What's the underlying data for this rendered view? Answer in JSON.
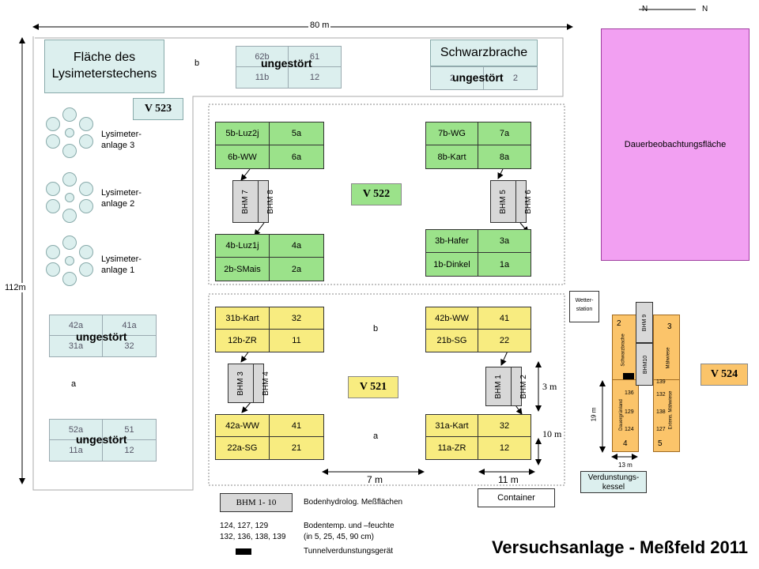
{
  "north": {
    "left": "N",
    "right": "N"
  },
  "dims": {
    "width": "80 m",
    "height": "112m",
    "d3": "3 m",
    "d10": "10 m",
    "d7": "7 m",
    "d11": "11 m",
    "d19": "19 m",
    "d13": "13 m"
  },
  "lysimeter_area": "Fläche des Lysimeterstechens",
  "schwarzbrache": "Schwarzbrache",
  "dauer": "Dauerbeobachtungsfläche",
  "v": {
    "v523": "V 523",
    "v522": "V 522",
    "v521": "V 521",
    "v524": "V 524"
  },
  "letters": {
    "b_top": "b",
    "a_left": "a",
    "b_mid": "b",
    "a_mid": "a"
  },
  "undisturbed": "ungestört",
  "lys_labels": [
    "Lysimeter-",
    "anlage 3",
    "Lysimeter-",
    "anlage 2",
    "Lysimeter-",
    "anlage 1"
  ],
  "mint_top": [
    "62b",
    "61",
    "11b",
    "12"
  ],
  "mint_sb": [
    "2",
    "2"
  ],
  "mint_left1": [
    "42a",
    "41a",
    "31a",
    "32"
  ],
  "mint_left2": [
    "52a",
    "51",
    "11a",
    "12"
  ],
  "g1": [
    "5b-Luz2j",
    "5a",
    "6b-WW",
    "6a"
  ],
  "g2": [
    "7b-WG",
    "7a",
    "8b-Kart",
    "8a"
  ],
  "g3": [
    "4b-Luz1j",
    "4a",
    "2b-SMais",
    "2a"
  ],
  "g4": [
    "3b-Hafer",
    "3a",
    "1b-Dinkel",
    "1a"
  ],
  "y1": [
    "31b-Kart",
    "32",
    "12b-ZR",
    "11"
  ],
  "y2": [
    "42b-WW",
    "41",
    "21b-SG",
    "22"
  ],
  "y3": [
    "42a-WW",
    "41",
    "22a-SG",
    "21"
  ],
  "y4": [
    "31a-Kart",
    "32",
    "11a-ZR",
    "12"
  ],
  "bhm": {
    "b7": "BHM 7",
    "b8": "BHM 8",
    "b5": "BHM 5",
    "b6": "BHM 6",
    "b3": "BHM 3",
    "b4": "BHM 4",
    "b1": "BHM 1",
    "b2": "BHM 2",
    "b9": "BHM 9",
    "b10": "BHM10"
  },
  "wetter": [
    "Wetter-",
    "station"
  ],
  "v524": {
    "n2": "2",
    "n3": "3",
    "n4": "4",
    "n5": "5",
    "schwarz": "Schwarzbrache",
    "maehwiese": "Mähwiese",
    "dauer": "Dauergrünland",
    "extens": "Extens. Mähwiese",
    "s136": "136",
    "s129": "129",
    "s124": "124",
    "s139": "139",
    "s132": "132",
    "s138": "138",
    "s127": "127"
  },
  "verdunstung": "Verdunstungs-kessel",
  "container": "Container",
  "legend": {
    "bhm": "BHM 1- 10",
    "bhm_desc": "Bodenhydrolog. Meßflächen",
    "sensors1": "124, 127, 129",
    "sensors2": "132, 136, 138, 139",
    "temp1": "Bodentemp. und –feuchte",
    "temp2": "(in 5, 25, 45, 90 cm)",
    "tunnel": "Tunnelverdunstungsgerät"
  },
  "title": "Versuchsanlage - Meßfeld 2011",
  "colors": {
    "green": "#9be28a",
    "yellow": "#f8ec80",
    "magenta": "#f2a0f2",
    "orange": "#fbc46a",
    "mint": "#dcefee"
  }
}
